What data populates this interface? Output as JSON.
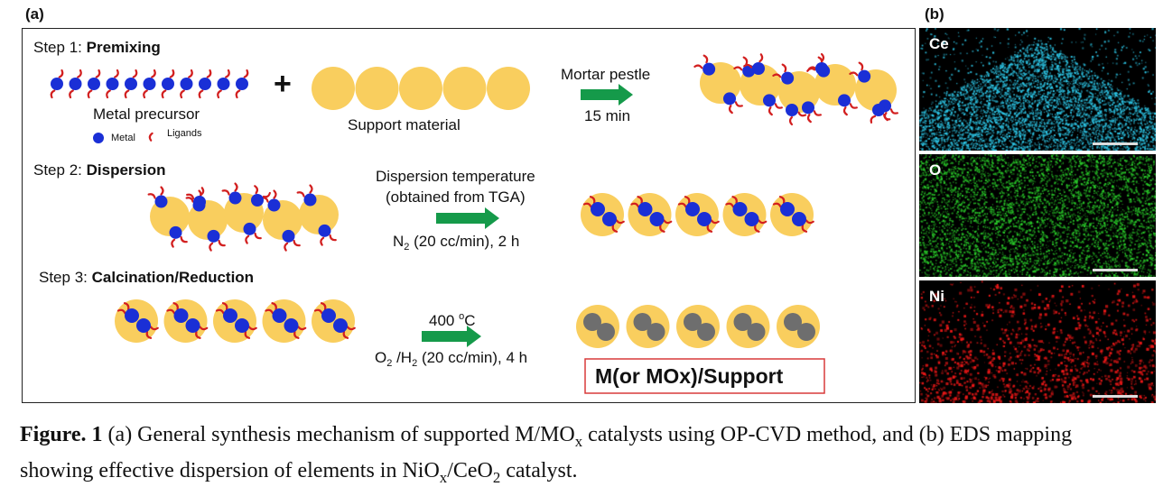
{
  "panel_a_label": "(a)",
  "panel_b_label": "(b)",
  "steps": [
    {
      "prefix": "Step 1: ",
      "name": "Premixing"
    },
    {
      "prefix": "Step 2:  ",
      "name": "Dispersion"
    },
    {
      "prefix": "Step 3: ",
      "name": "Calcination/Reduction"
    }
  ],
  "step1": {
    "plus": "+",
    "metal_precursor_label": "Metal precursor",
    "legend_metal": "Metal",
    "legend_ligands": "Ligands",
    "support_label": "Support material",
    "arrow_top": "Mortar pestle",
    "arrow_bottom": "15 min"
  },
  "step2": {
    "arrow_line1": "Dispersion temperature",
    "arrow_line2": "(obtained from TGA)",
    "arrow_bottom_pre": "N",
    "arrow_bottom_sub": "2",
    "arrow_bottom_post": " (20 cc/min), 2 h"
  },
  "step3": {
    "temp_pre": "400 ",
    "temp_sup": "o",
    "temp_post": "C",
    "gas_o": "O",
    "gas_o_sub": "2",
    "gas_h": " /H",
    "gas_h_sub": "2",
    "gas_post": " (20 cc/min), 4 h",
    "result_label": "M(or MOx)/Support"
  },
  "eds": [
    {
      "element": "Ce",
      "tag_color": "#22d0e6",
      "dot_color": "#2ec9ea"
    },
    {
      "element": "O",
      "tag_color": "#19c419",
      "dot_color": "#2bd12b"
    },
    {
      "element": "Ni",
      "tag_color": "#e01010",
      "dot_color": "#f01818"
    }
  ],
  "caption": {
    "fig_label": "Figure. 1",
    "text_1": " (a) General synthesis mechanism of supported M/MO",
    "sub_x1": "x",
    "text_2": " catalysts using OP-CVD method, and (b) EDS mapping showing effective dispersion of elements in NiO",
    "sub_x2": "x",
    "text_3": "/CeO",
    "sub_2": "2",
    "text_4": " catalyst."
  },
  "colors": {
    "metal": "#1a2fd6",
    "ligand": "#d21f1f",
    "support": "#f9ce5e",
    "arrow": "#159a4a",
    "particle": "#6e6e6e",
    "result_border": "#d93a3a"
  }
}
